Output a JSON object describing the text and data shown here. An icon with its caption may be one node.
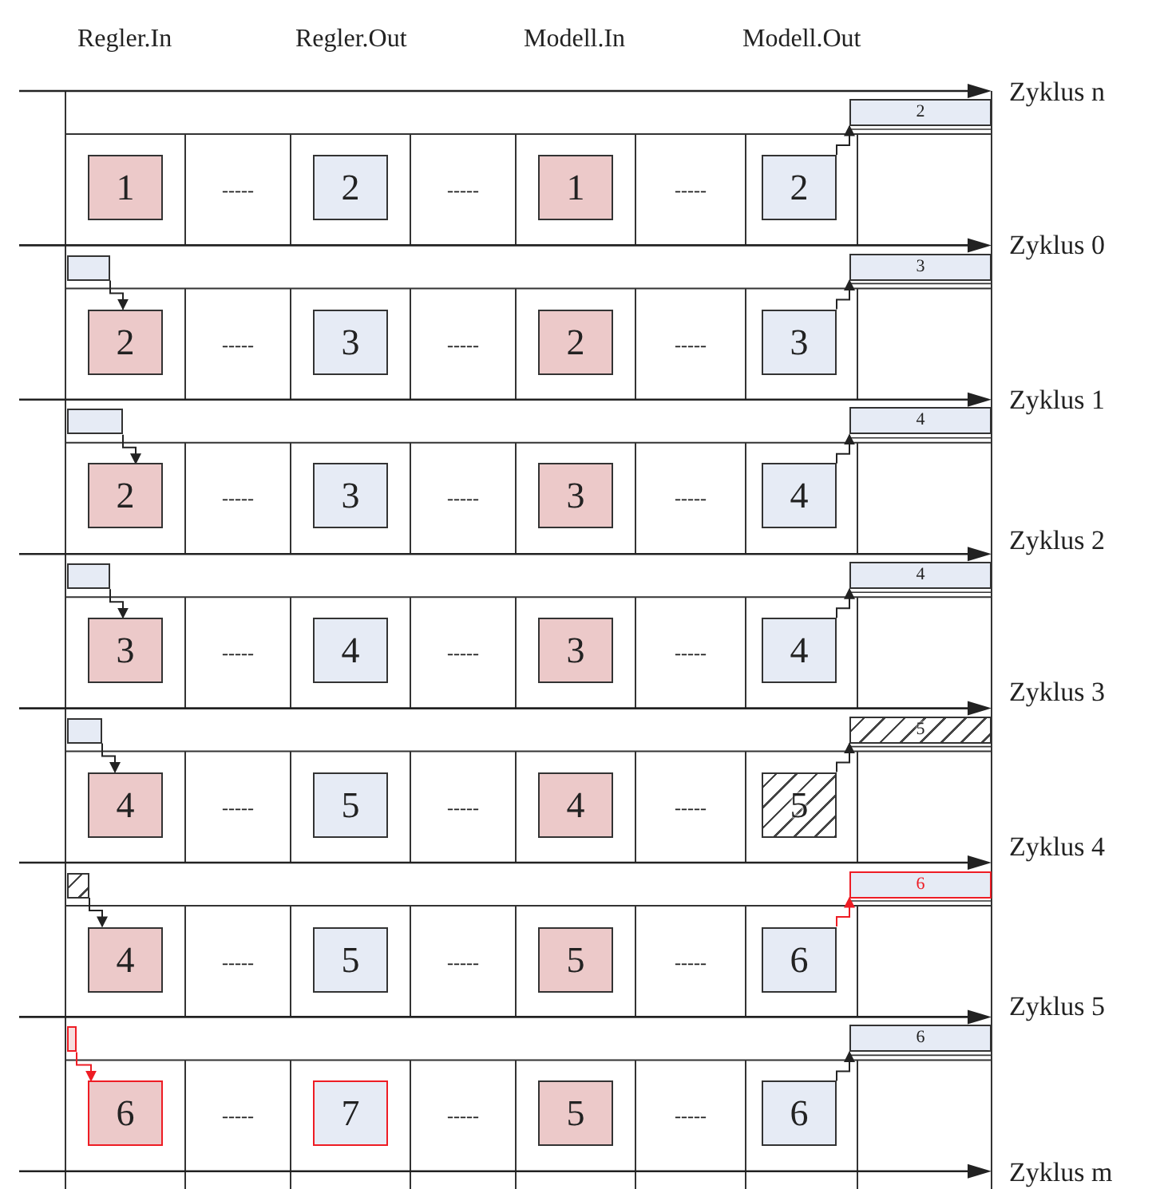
{
  "diagram": {
    "nodes": [
      {
        "text": [
          "2"
        ]
      },
      {
        "text": [
          "1"
        ]
      },
      {
        "text": [
          "2"
        ]
      },
      {
        "text": [
          "1"
        ]
      },
      {
        "text": [
          "2"
        ]
      },
      {
        "text": [],
        "shape": "box"
      },
      {
        "text": [
          "3"
        ]
      },
      {
        "text": [
          "2"
        ]
      },
      {
        "text": [
          "3"
        ]
      },
      {
        "text": [
          "2"
        ]
      },
      {
        "text": [
          "3"
        ]
      },
      {
        "text": [],
        "shape": "box"
      },
      {
        "text": [
          "4"
        ]
      },
      {
        "text": [
          "2"
        ]
      },
      {
        "text": [
          "3"
        ]
      },
      {
        "text": [
          "3"
        ]
      },
      {
        "text": [
          "4"
        ]
      },
      {
        "text": [],
        "shape": "box"
      },
      {
        "text": [
          "4"
        ]
      },
      {
        "text": [
          "3"
        ]
      },
      {
        "text": [
          "4"
        ]
      },
      {
        "text": [
          "3"
        ]
      },
      {
        "text": [
          "4"
        ]
      },
      {
        "text": [],
        "shape": "box"
      },
      {
        "text": [
          "5"
        ]
      },
      {
        "text": [
          "4"
        ]
      },
      {
        "text": [
          "5"
        ]
      },
      {
        "text": [
          "4"
        ]
      },
      {
        "text": [
          "5"
        ]
      },
      {
        "text": [],
        "shape": "box"
      },
      {
        "text": [
          "6"
        ]
      },
      {
        "text": [
          "4"
        ]
      },
      {
        "text": [
          "5"
        ]
      },
      {
        "text": [
          "5"
        ]
      },
      {
        "text": [
          "6"
        ]
      },
      {
        "text": [],
        "shape": "box"
      },
      {
        "text": [
          "6"
        ]
      },
      {
        "text": [
          "6"
        ]
      },
      {
        "text": [
          "7"
        ]
      },
      {
        "text": [
          "5"
        ]
      },
      {
        "text": [
          "6"
        ]
      }
    ],
    "edges": [
      {
        "from": 4,
        "to": 0,
        "arrow": "to"
      },
      {
        "from": 5,
        "to": 7,
        "arrow": "to"
      },
      {
        "from": 10,
        "to": 6,
        "arrow": "to"
      },
      {
        "from": 11,
        "to": 13,
        "arrow": "to"
      },
      {
        "from": 16,
        "to": 12,
        "arrow": "to"
      },
      {
        "from": 17,
        "to": 19,
        "arrow": "to"
      },
      {
        "from": 22,
        "to": 18,
        "arrow": "to"
      },
      {
        "from": 23,
        "to": 25,
        "arrow": "to"
      },
      {
        "from": 28,
        "to": 24,
        "arrow": "to"
      },
      {
        "from": 29,
        "to": 31,
        "arrow": "to"
      },
      {
        "from": 34,
        "to": 30,
        "arrow": "to",
        "color": "#ee1c24"
      },
      {
        "from": 35,
        "to": 37,
        "arrow": "to",
        "color": "#ee1c24"
      },
      {
        "from": 40,
        "to": 36,
        "arrow": "to"
      }
    ],
    "labels": [
      "Regler.In",
      "Regler.Out",
      "Modell.In",
      "Modell.Out",
      "Zyklus n",
      "-----",
      "-----",
      "-----",
      "Zyklus 0",
      "-----",
      "-----",
      "-----",
      "Zyklus 1",
      "-----",
      "-----",
      "-----",
      "Zyklus 2",
      "-----",
      "-----",
      "-----",
      "Zyklus 3",
      "-----",
      "-----",
      "-----",
      "Zyklus 4",
      "-----",
      "-----",
      "-----",
      "Zyklus 5",
      "-----",
      "-----",
      "-----",
      "Zyklus m"
    ]
  }
}
